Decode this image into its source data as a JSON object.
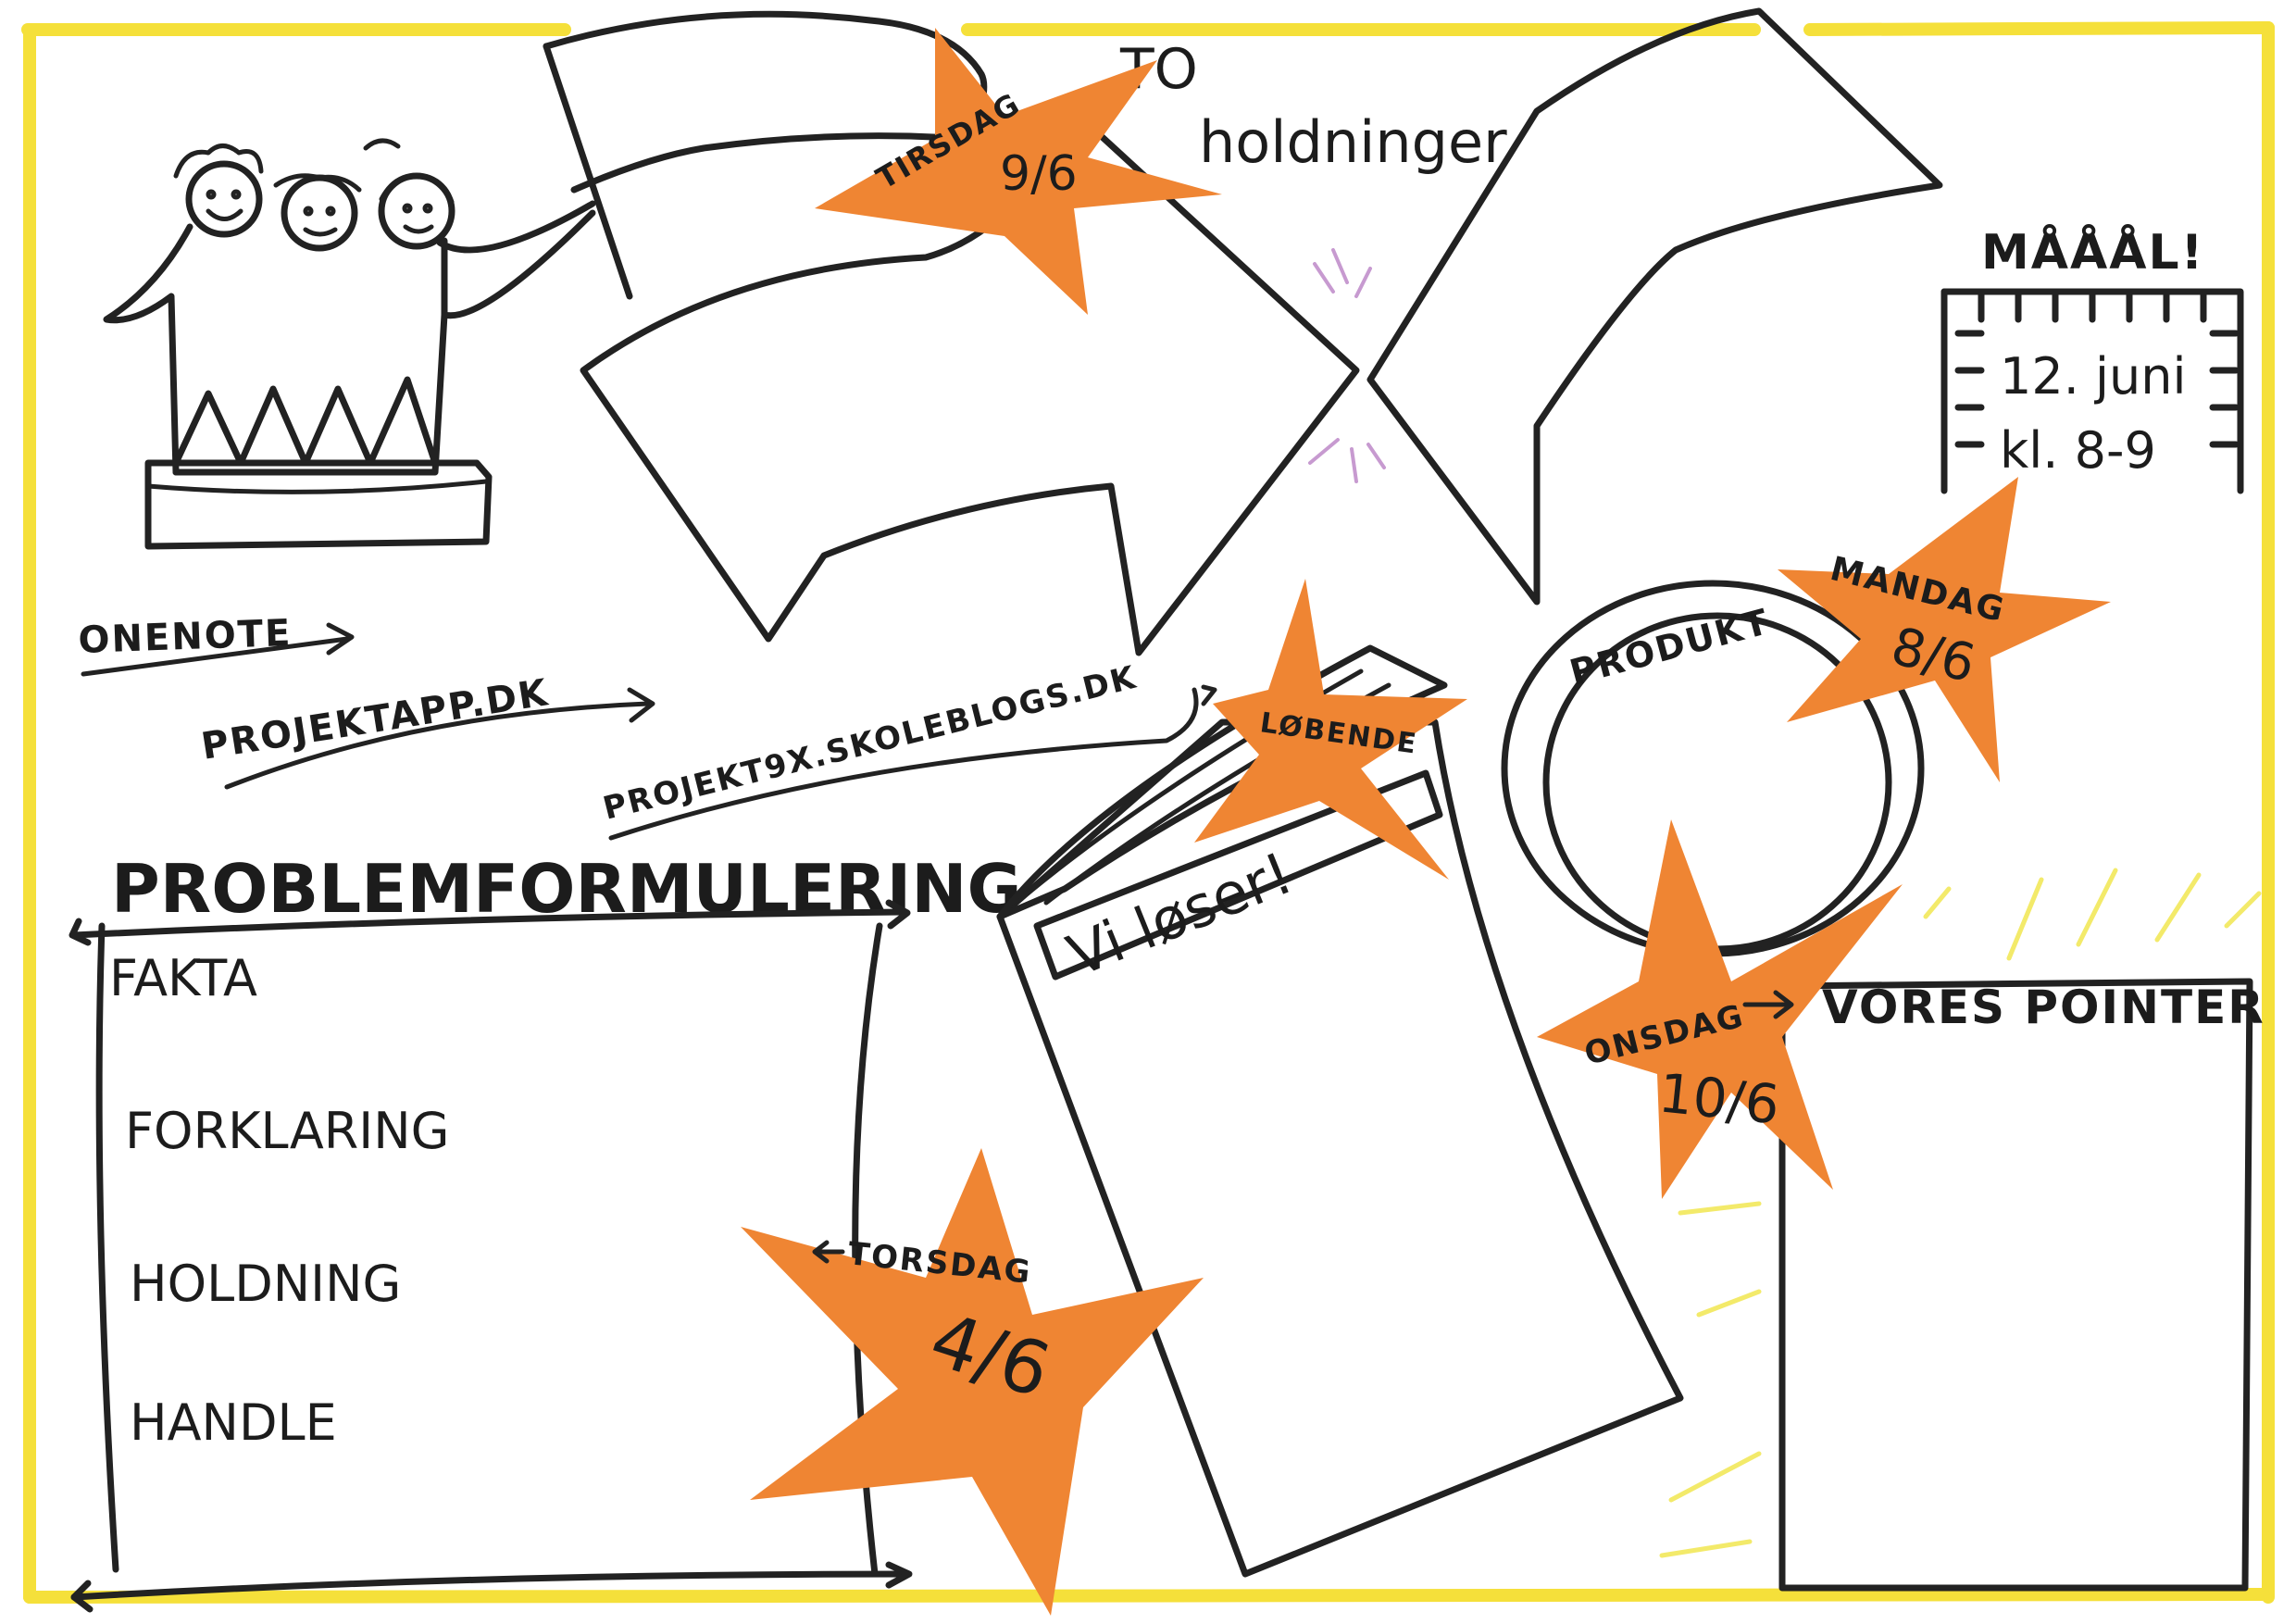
{
  "title": {
    "prefix": "TO",
    "rest": "holdninger"
  },
  "goal": {
    "label": "MÅÅÅL!",
    "date": "12. juni",
    "time": "kl. 8-9"
  },
  "links": {
    "onenote": "ONENOTE",
    "projektapp": "PROJEKTAPP.DK",
    "blog": "PROJEKT9X.SKOLEBLOGS.DK"
  },
  "problem": {
    "heading": "PROBLEMFORMULERING",
    "items": [
      "FAKTA",
      "FORKLARING",
      "HOLDNING",
      "HANDLE"
    ]
  },
  "book": {
    "cover_label": "Vi løser!"
  },
  "product": {
    "label": "PRODUKT"
  },
  "points": {
    "heading": "VORES POINTER"
  },
  "stars": {
    "tirsdag": {
      "day": "TIRSDAG",
      "date": "9/6"
    },
    "mandag": {
      "day": "MANDAG",
      "date": "8/6"
    },
    "loebende": {
      "day": "LØBENDE"
    },
    "onsdag": {
      "day": "ONSDAG",
      "date": "10/6"
    },
    "torsdag": {
      "day": "TORSDAG",
      "date": "4/6"
    }
  },
  "colors": {
    "star": "#ef8533",
    "border": "#f5e03a",
    "ink": "#222222"
  }
}
